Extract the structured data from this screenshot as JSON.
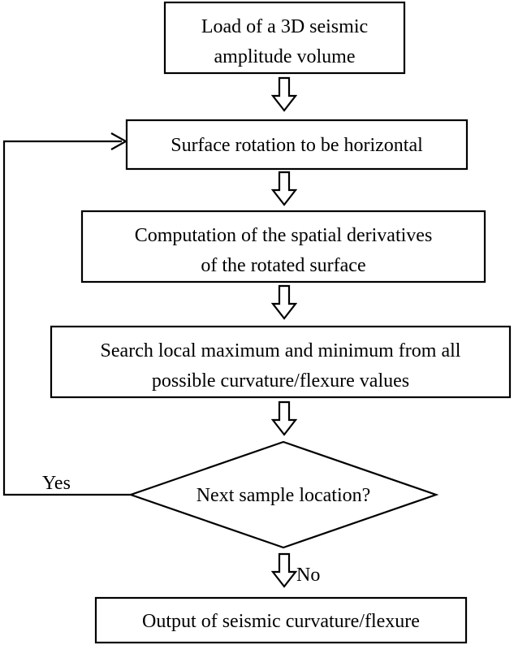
{
  "nodes": {
    "load": {
      "line1": "Load of a 3D seismic",
      "line2": "amplitude volume"
    },
    "rotation": {
      "line1": "Surface rotation to be horizontal"
    },
    "derivatives": {
      "line1": "Computation of the spatial derivatives",
      "line2": "of the rotated surface"
    },
    "search": {
      "line1": "Search local maximum and minimum from all",
      "line2": "possible curvature/flexure values"
    },
    "decision": {
      "line1": "Next sample location?"
    },
    "output": {
      "line1": "Output of seismic curvature/flexure"
    }
  },
  "edges": {
    "yes_label": "Yes",
    "no_label": "No"
  }
}
